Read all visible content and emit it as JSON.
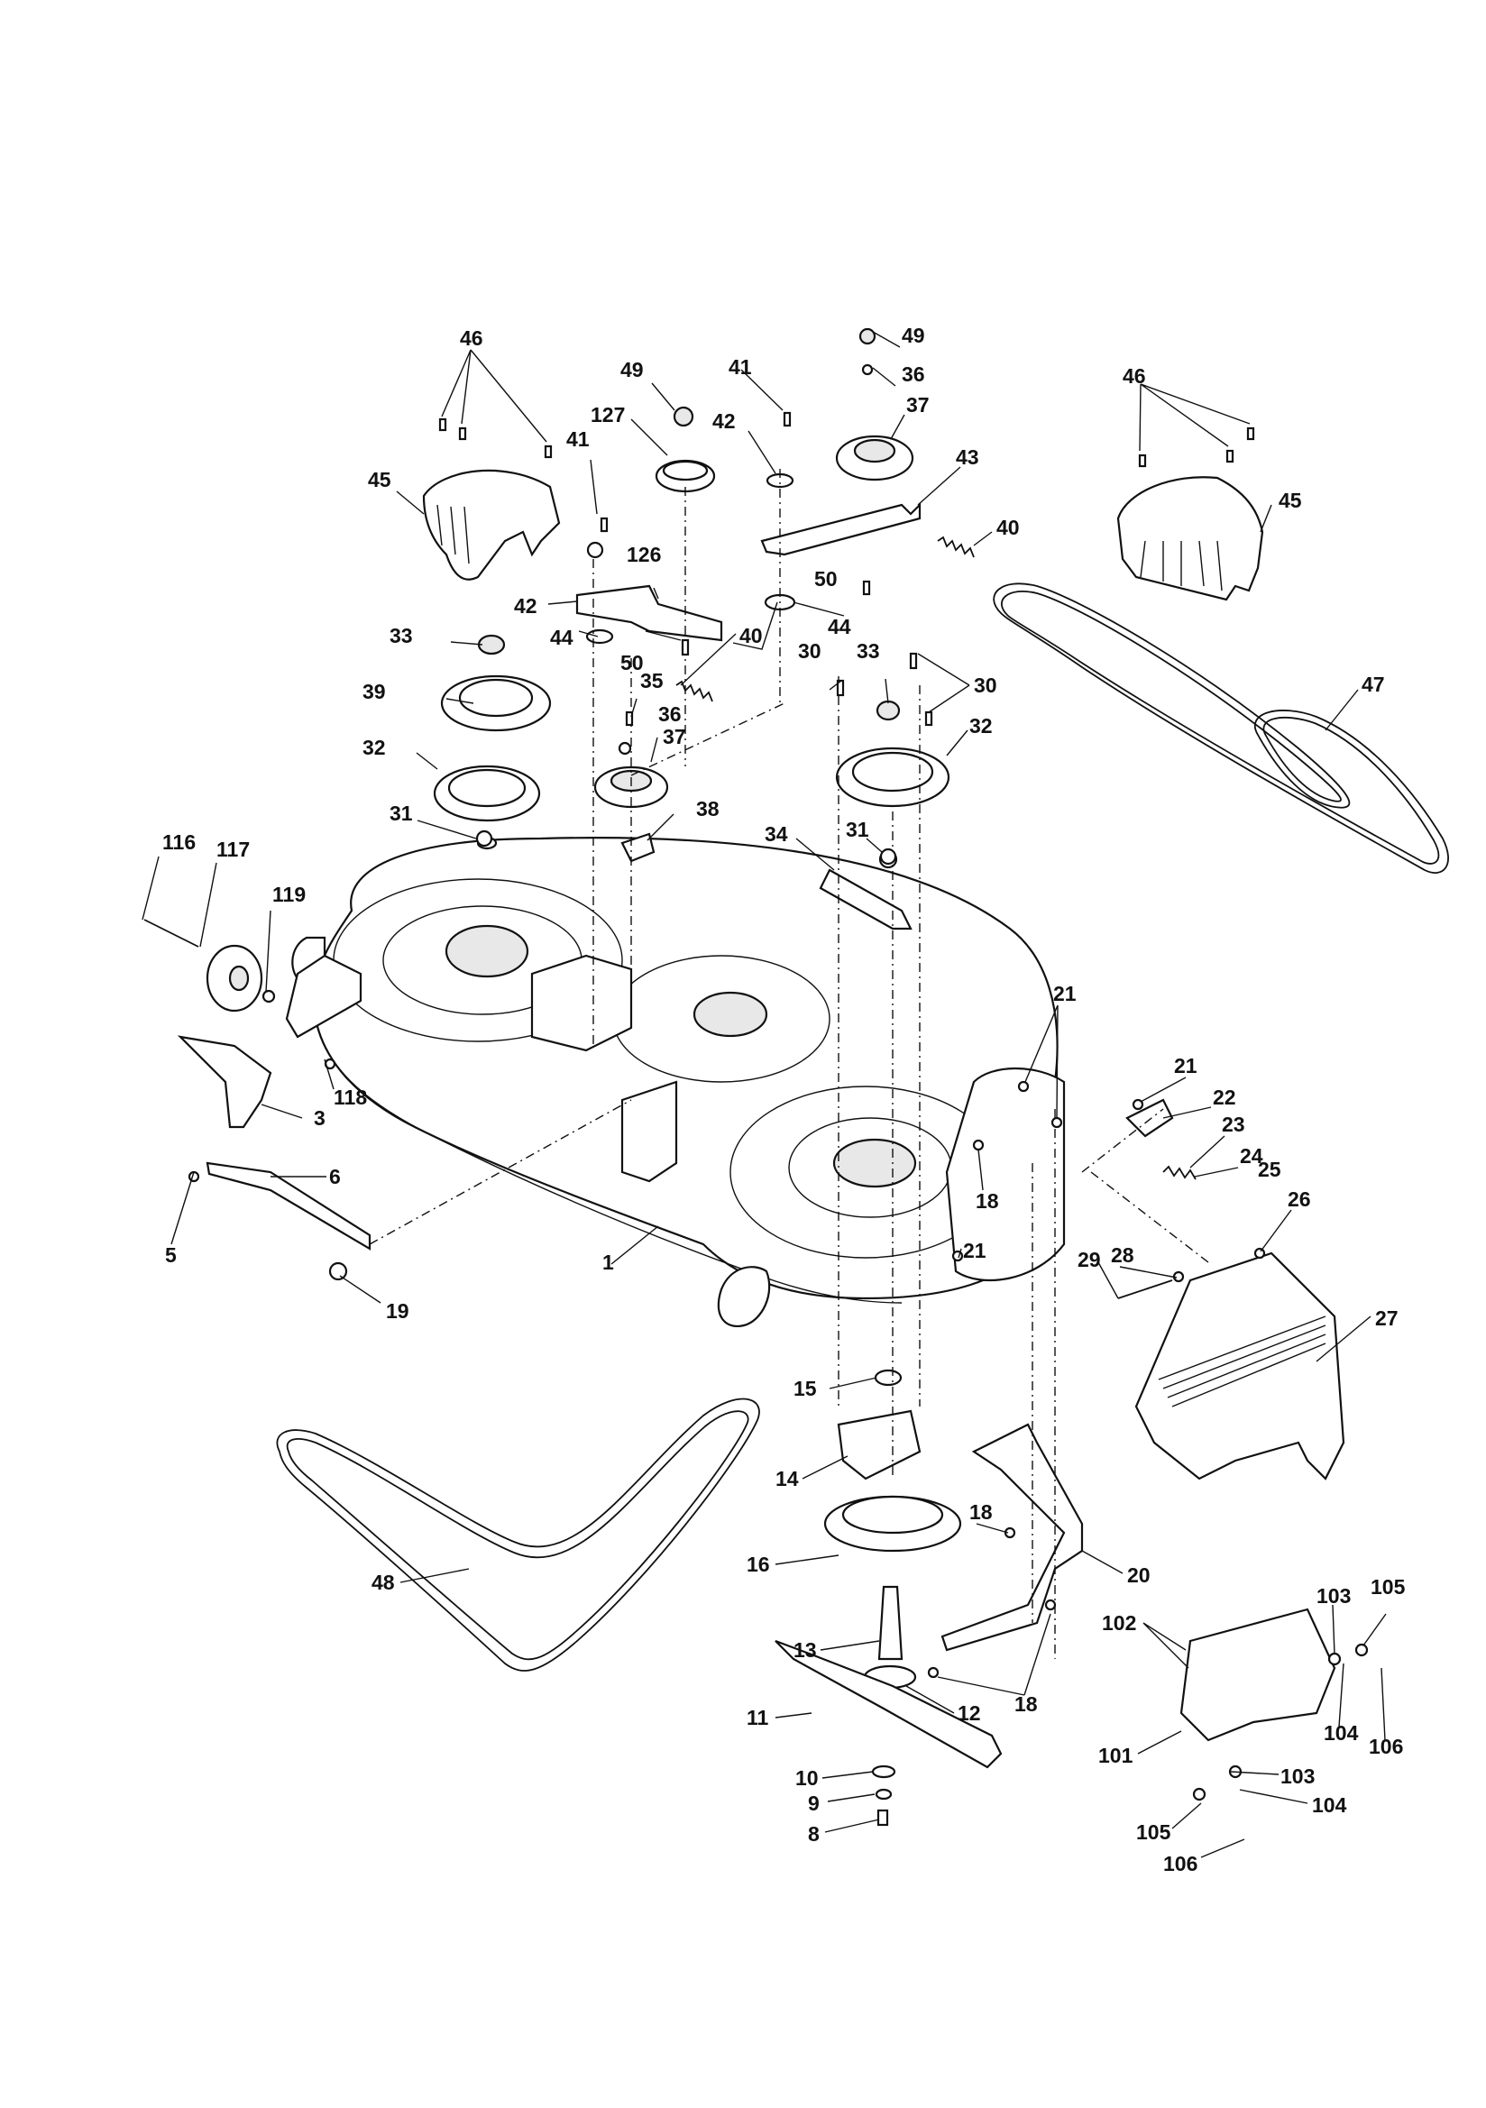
{
  "diagram": {
    "callouts": [
      {
        "id": "c46a",
        "text": "46"
      },
      {
        "id": "c45a",
        "text": "45"
      },
      {
        "id": "c49a",
        "text": "49"
      },
      {
        "id": "c127",
        "text": "127"
      },
      {
        "id": "c41a",
        "text": "41"
      },
      {
        "id": "c42a",
        "text": "42"
      },
      {
        "id": "c41b",
        "text": "41"
      },
      {
        "id": "c42b",
        "text": "42"
      },
      {
        "id": "c49b",
        "text": "49"
      },
      {
        "id": "c36a",
        "text": "36"
      },
      {
        "id": "c37a",
        "text": "37"
      },
      {
        "id": "c43",
        "text": "43"
      },
      {
        "id": "c40a",
        "text": "40"
      },
      {
        "id": "c46b",
        "text": "46"
      },
      {
        "id": "c45b",
        "text": "45"
      },
      {
        "id": "c126",
        "text": "126"
      },
      {
        "id": "c50a",
        "text": "50"
      },
      {
        "id": "c44a",
        "text": "44"
      },
      {
        "id": "c44b",
        "text": "44"
      },
      {
        "id": "c50b",
        "text": "50"
      },
      {
        "id": "c40b",
        "text": "40"
      },
      {
        "id": "c33a",
        "text": "33"
      },
      {
        "id": "c30a",
        "text": "30"
      },
      {
        "id": "c33b",
        "text": "33"
      },
      {
        "id": "c30b",
        "text": "30"
      },
      {
        "id": "c47",
        "text": "47"
      },
      {
        "id": "c39",
        "text": "39"
      },
      {
        "id": "c35",
        "text": "35"
      },
      {
        "id": "c36b",
        "text": "36"
      },
      {
        "id": "c37b",
        "text": "37"
      },
      {
        "id": "c32a",
        "text": "32"
      },
      {
        "id": "c32b",
        "text": "32"
      },
      {
        "id": "c31a",
        "text": "31"
      },
      {
        "id": "c38",
        "text": "38"
      },
      {
        "id": "c31b",
        "text": "31"
      },
      {
        "id": "c34",
        "text": "34"
      },
      {
        "id": "c116",
        "text": "116"
      },
      {
        "id": "c117",
        "text": "117"
      },
      {
        "id": "c119",
        "text": "119"
      },
      {
        "id": "c118",
        "text": "118"
      },
      {
        "id": "c3",
        "text": "3"
      },
      {
        "id": "c6",
        "text": "6"
      },
      {
        "id": "c5",
        "text": "5"
      },
      {
        "id": "c1",
        "text": "1"
      },
      {
        "id": "c19",
        "text": "19"
      },
      {
        "id": "c21a",
        "text": "21"
      },
      {
        "id": "c21b",
        "text": "21"
      },
      {
        "id": "c22",
        "text": "22"
      },
      {
        "id": "c23",
        "text": "23"
      },
      {
        "id": "c24",
        "text": "24"
      },
      {
        "id": "c25",
        "text": "25"
      },
      {
        "id": "c18a",
        "text": "18"
      },
      {
        "id": "c26",
        "text": "26"
      },
      {
        "id": "c21c",
        "text": "21"
      },
      {
        "id": "c28",
        "text": "28"
      },
      {
        "id": "c29",
        "text": "29"
      },
      {
        "id": "c27",
        "text": "27"
      },
      {
        "id": "c15",
        "text": "15"
      },
      {
        "id": "c14",
        "text": "14"
      },
      {
        "id": "c18b",
        "text": "18"
      },
      {
        "id": "c16",
        "text": "16"
      },
      {
        "id": "c20",
        "text": "20"
      },
      {
        "id": "c48",
        "text": "48"
      },
      {
        "id": "c13",
        "text": "13"
      },
      {
        "id": "c18c",
        "text": "18"
      },
      {
        "id": "c11",
        "text": "11"
      },
      {
        "id": "c12",
        "text": "12"
      },
      {
        "id": "c10",
        "text": "10"
      },
      {
        "id": "c9",
        "text": "9"
      },
      {
        "id": "c8",
        "text": "8"
      },
      {
        "id": "c102",
        "text": "102"
      },
      {
        "id": "c103a",
        "text": "103"
      },
      {
        "id": "c105a",
        "text": "105"
      },
      {
        "id": "c104a",
        "text": "104"
      },
      {
        "id": "c106a",
        "text": "106"
      },
      {
        "id": "c101",
        "text": "101"
      },
      {
        "id": "c103b",
        "text": "103"
      },
      {
        "id": "c104b",
        "text": "104"
      },
      {
        "id": "c105b",
        "text": "105"
      },
      {
        "id": "c106b",
        "text": "106"
      }
    ]
  }
}
